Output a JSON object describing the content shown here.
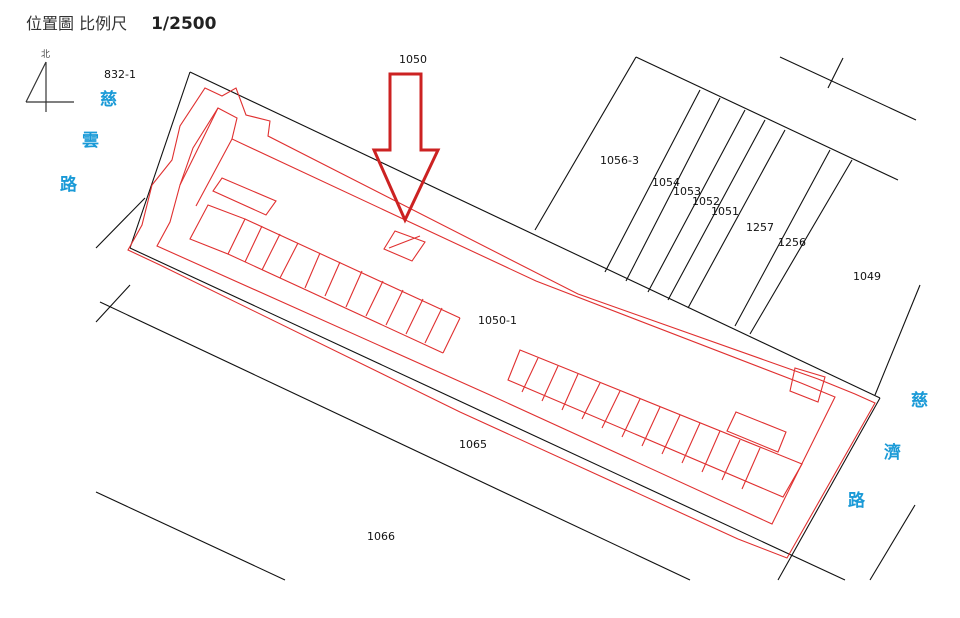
{
  "header": {
    "title": "位置圖 比例尺",
    "scale": "1/2500"
  },
  "north": {
    "label": "北"
  },
  "lots": {
    "l832_1": "832-1",
    "l1050": "1050",
    "l1056_3": "1056-3",
    "l1054": "1054",
    "l1053": "1053",
    "l1052": "1052",
    "l1051": "1051",
    "l1257": "1257",
    "l1256": "1256",
    "l1049": "1049",
    "l1050_1": "1050-1",
    "l1065": "1065",
    "l1066": "1066"
  },
  "roads": {
    "ciyun": [
      "慈",
      "雲",
      "路"
    ],
    "ciji": [
      "慈",
      "濟",
      "路"
    ]
  },
  "colors": {
    "building_outline": "#e03030",
    "arrow": "#cc2222",
    "road_label": "#1a9ad7",
    "parcel_line": "#111111"
  },
  "marker": {
    "icon": "down-arrow-icon"
  }
}
